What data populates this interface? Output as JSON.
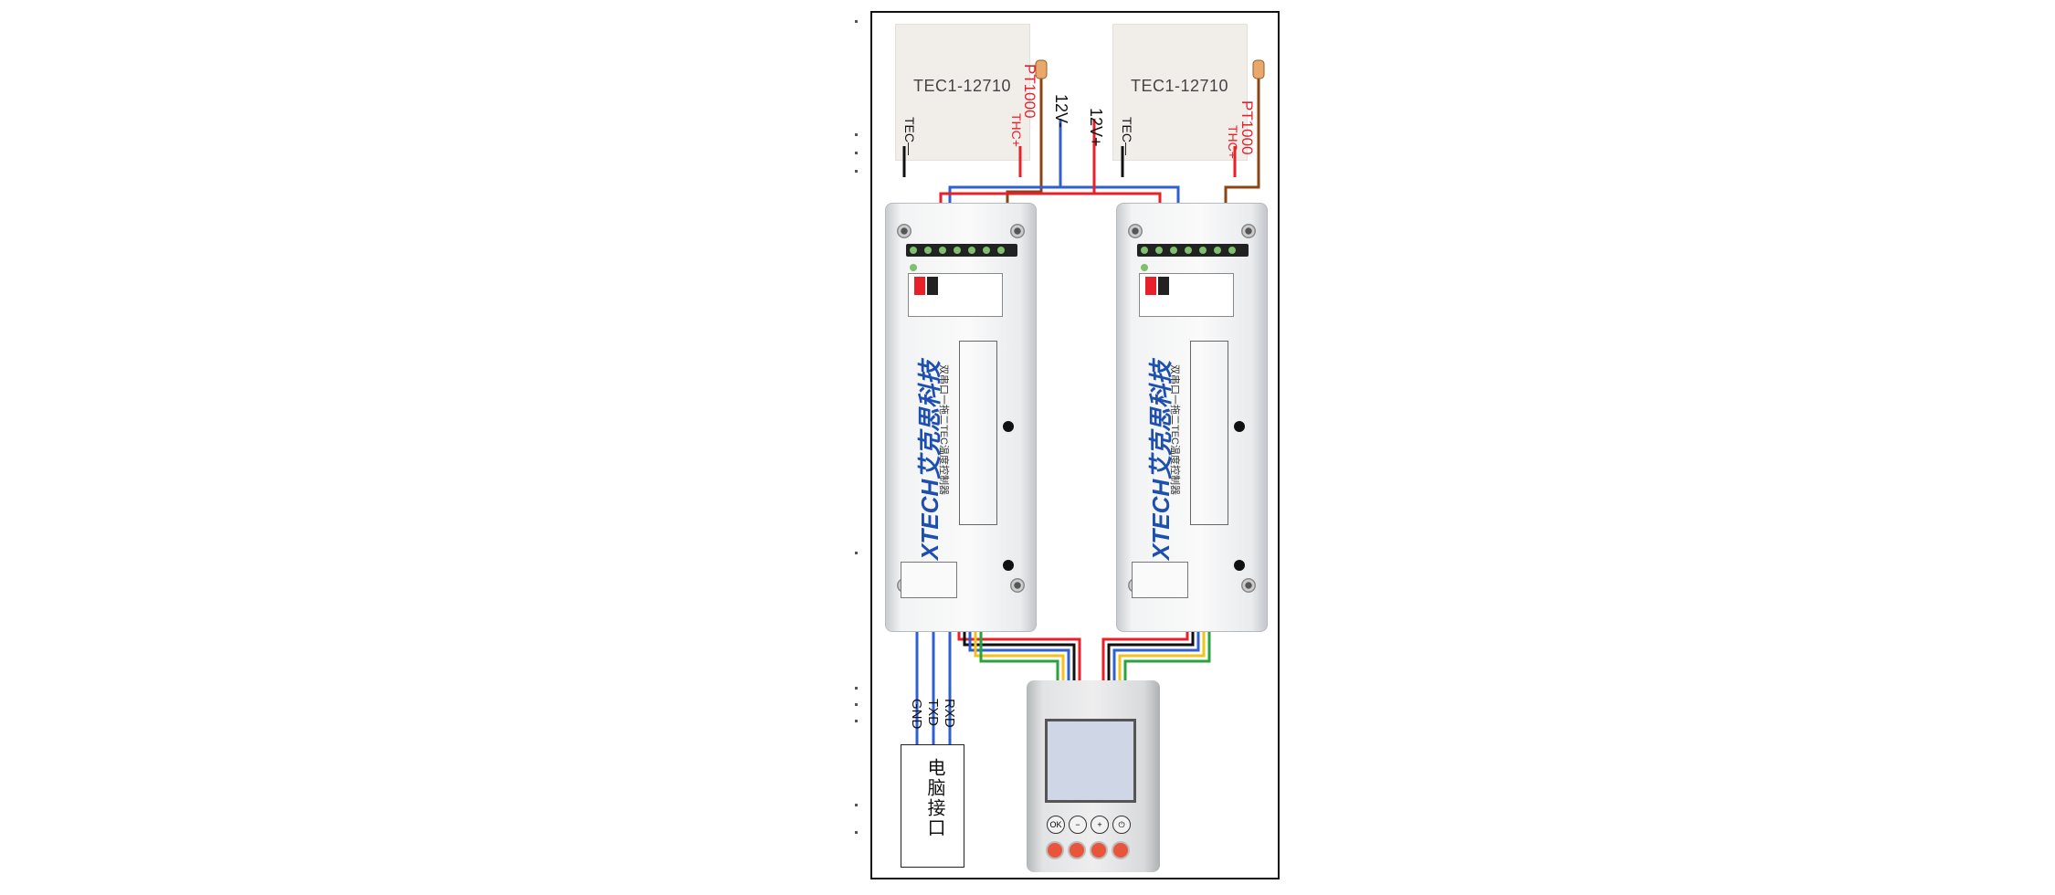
{
  "tec_modules": [
    {
      "label": "TEC1-12710"
    },
    {
      "label": "TEC1-12710"
    }
  ],
  "left_labels": {
    "tec_minus": "TEC—",
    "sensor": "PT1000",
    "thc_plus": "THC+"
  },
  "right_labels": {
    "tec_minus": "TEC—",
    "sensor": "PT1000",
    "thc_plus": "THC+"
  },
  "power": {
    "minus": "12V-",
    "plus": "12V+"
  },
  "controllers": [
    {
      "brand": "XTECH艾克思科技",
      "subtitle": "双串口一拖二TEC温度控制器"
    },
    {
      "brand": "XTECH艾克思科技",
      "subtitle": "双串口一拖二TEC温度控制器"
    }
  ],
  "serial_labels": {
    "gnd": "GND",
    "txd": "TXD",
    "rxd": "RXD"
  },
  "pc_port": {
    "label": "电脑接口"
  },
  "wire_colors": {
    "red": "#e8202a",
    "blue": "#2f5fd0",
    "brown": "#8b4513",
    "yellow": "#f2c21b",
    "green": "#2aa33c",
    "black": "#111111"
  }
}
